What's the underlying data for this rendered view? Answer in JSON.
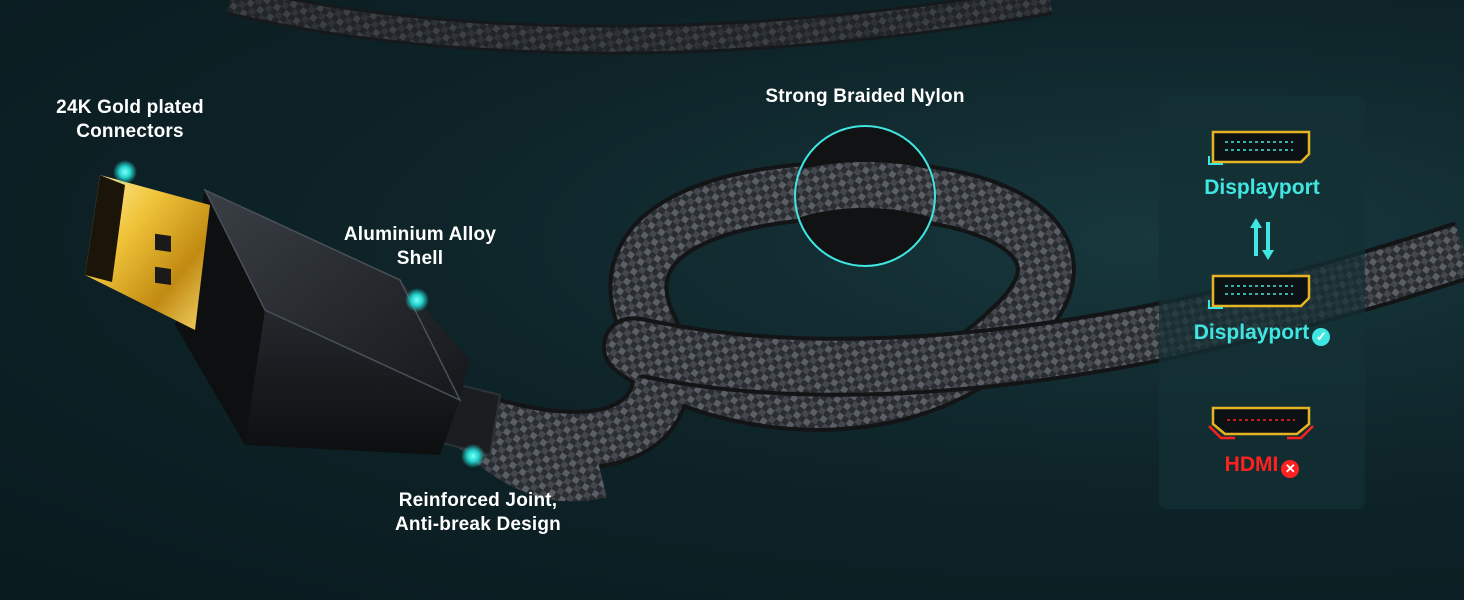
{
  "callouts": {
    "gold": [
      "24K Gold plated",
      "Connectors"
    ],
    "shell": [
      "Aluminium Alloy",
      "Shell"
    ],
    "joint": [
      "Reinforced Joint,",
      "Anti-break Design"
    ],
    "nylon": "Strong Braided Nylon"
  },
  "compatibility": {
    "source": "Displayport",
    "target": "Displayport",
    "incompatible": "HDMI",
    "ok_icon": "check-circle-icon",
    "fail_icon": "x-circle-icon"
  },
  "colors": {
    "accent": "#3fe6e2",
    "error": "#ff2020",
    "gold": "#e6b422"
  }
}
